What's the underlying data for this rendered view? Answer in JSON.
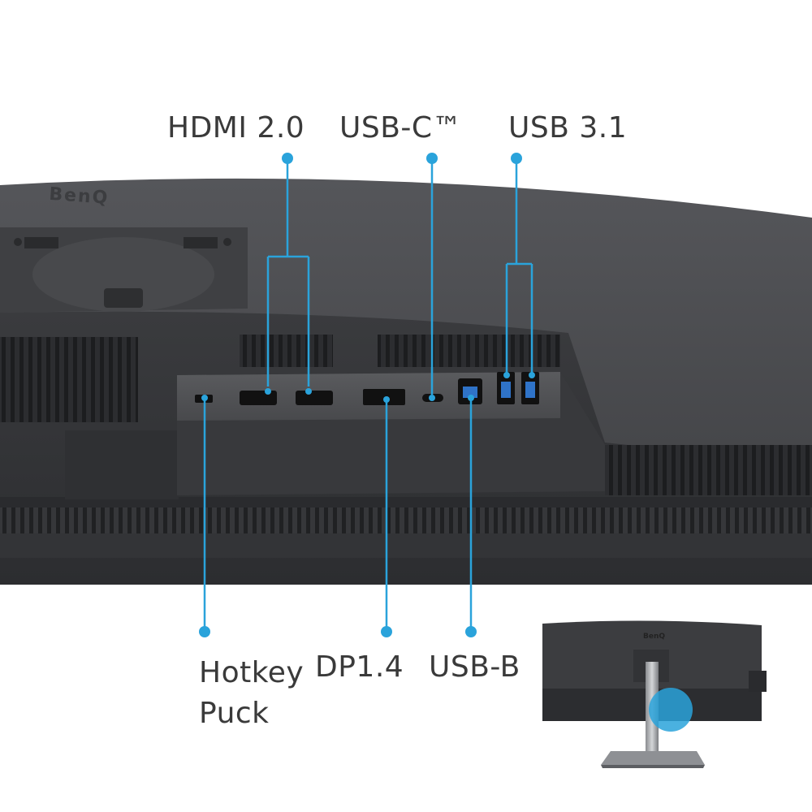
{
  "labels": {
    "hdmi": "HDMI 2.0",
    "usb_c": "USB-C™",
    "usb_31": "USB 3.1",
    "hotkey_line1": "Hotkey",
    "hotkey_line2": "Puck",
    "dp": "DP1.4",
    "usb_b": "USB-B"
  },
  "brand_logo": "BenQ",
  "colors": {
    "callout": "#2aa3db",
    "monitor_body": "#4a4b4d",
    "monitor_dark": "#2e2f31",
    "label_text": "#3a3a3a",
    "background": "#ffffff"
  }
}
